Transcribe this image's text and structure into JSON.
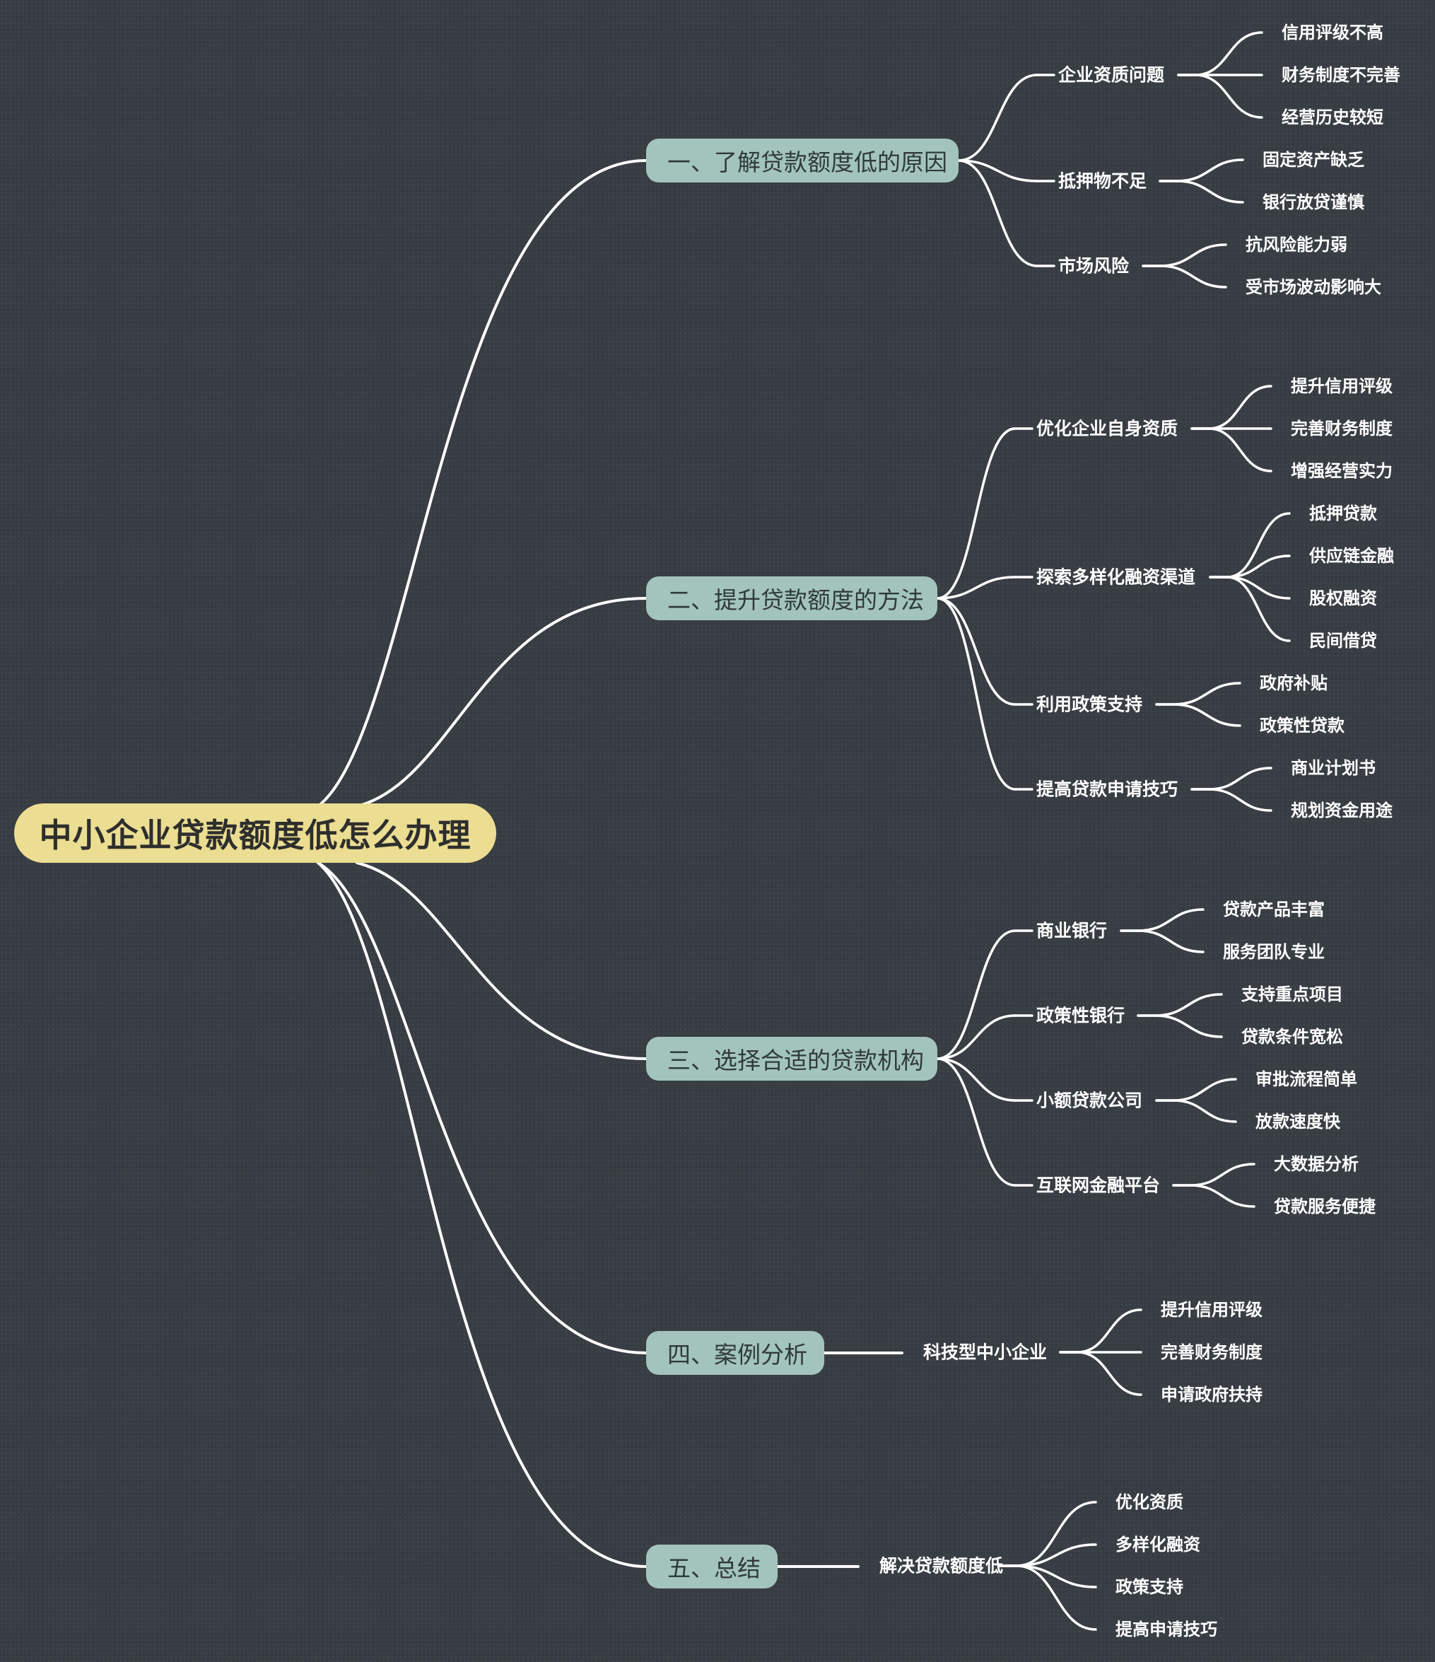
{
  "root": "中小企业贷款额度低怎么办理",
  "branches": [
    {
      "label": "一、了解贷款额度低的原因",
      "children": [
        {
          "label": "企业资质问题",
          "children": [
            "信用评级不高",
            "财务制度不完善",
            "经营历史较短"
          ]
        },
        {
          "label": "抵押物不足",
          "children": [
            "固定资产缺乏",
            "银行放贷谨慎"
          ]
        },
        {
          "label": "市场风险",
          "children": [
            "抗风险能力弱",
            "受市场波动影响大"
          ]
        }
      ]
    },
    {
      "label": "二、提升贷款额度的方法",
      "children": [
        {
          "label": "优化企业自身资质",
          "children": [
            "提升信用评级",
            "完善财务制度",
            "增强经营实力"
          ]
        },
        {
          "label": "探索多样化融资渠道",
          "children": [
            "抵押贷款",
            "供应链金融",
            "股权融资",
            "民间借贷"
          ]
        },
        {
          "label": "利用政策支持",
          "children": [
            "政府补贴",
            "政策性贷款"
          ]
        },
        {
          "label": "提高贷款申请技巧",
          "children": [
            "商业计划书",
            "规划资金用途"
          ]
        }
      ]
    },
    {
      "label": "三、选择合适的贷款机构",
      "children": [
        {
          "label": "商业银行",
          "children": [
            "贷款产品丰富",
            "服务团队专业"
          ]
        },
        {
          "label": "政策性银行",
          "children": [
            "支持重点项目",
            "贷款条件宽松"
          ]
        },
        {
          "label": "小额贷款公司",
          "children": [
            "审批流程简单",
            "放款速度快"
          ]
        },
        {
          "label": "互联网金融平台",
          "children": [
            "大数据分析",
            "贷款服务便捷"
          ]
        }
      ]
    },
    {
      "label": "四、案例分析",
      "children": [
        {
          "label": "科技型中小企业",
          "children": [
            "提升信用评级",
            "完善财务制度",
            "申请政府扶持"
          ]
        }
      ]
    },
    {
      "label": "五、总结",
      "children": [
        {
          "label": "解决贷款额度低",
          "children": [
            "优化资质",
            "多样化融资",
            "政策支持",
            "提高申请技巧"
          ]
        }
      ]
    }
  ],
  "colors": {
    "background": "#373d42",
    "root": "#ebdd91",
    "branch": "#a3c4bd",
    "line": "#ffffff"
  }
}
